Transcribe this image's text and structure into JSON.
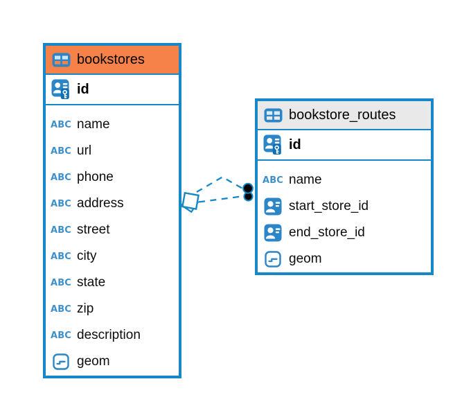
{
  "diagram": {
    "kind": "entity-relationship-diagram",
    "background": "#ffffff"
  },
  "colors": {
    "accent_blue": "#1688C8",
    "icon_blue": "#2B85C7",
    "abc_blue": "#3F8FCA",
    "bookstores_header": "#F6824A",
    "routes_header": "#E9E9E9",
    "text": "#000000",
    "relationship_dot": "#000000"
  },
  "icons": {
    "text_type_label": "ABC"
  },
  "tables": [
    {
      "name": "bookstores",
      "header_color": "#F6824A",
      "header_icon": "table-icon",
      "primary_key": {
        "name": "id",
        "icon": "primary-key-icon"
      },
      "columns": [
        {
          "name": "name",
          "icon": "text-type-icon"
        },
        {
          "name": "url",
          "icon": "text-type-icon"
        },
        {
          "name": "phone",
          "icon": "text-type-icon"
        },
        {
          "name": "address",
          "icon": "text-type-icon"
        },
        {
          "name": "street",
          "icon": "text-type-icon"
        },
        {
          "name": "city",
          "icon": "text-type-icon"
        },
        {
          "name": "state",
          "icon": "text-type-icon"
        },
        {
          "name": "zip",
          "icon": "text-type-icon"
        },
        {
          "name": "description",
          "icon": "text-type-icon"
        },
        {
          "name": "geom",
          "icon": "geometry-type-icon"
        }
      ]
    },
    {
      "name": "bookstore_routes",
      "header_color": "#E9E9E9",
      "header_icon": "table-icon",
      "primary_key": {
        "name": "id",
        "icon": "primary-key-icon"
      },
      "columns": [
        {
          "name": "name",
          "icon": "text-type-icon"
        },
        {
          "name": "start_store_id",
          "icon": "reference-type-icon"
        },
        {
          "name": "end_store_id",
          "icon": "reference-type-icon"
        },
        {
          "name": "geom",
          "icon": "geometry-type-icon"
        }
      ]
    }
  ],
  "relationships": [
    {
      "from_table": "bookstores",
      "to_table": "bookstore_routes",
      "line_style": "dashed",
      "from_marker": "diamond",
      "to_marker": "filled-circle"
    },
    {
      "from_table": "bookstores",
      "to_table": "bookstore_routes",
      "line_style": "dashed",
      "from_marker": "diamond",
      "to_marker": "filled-circle"
    }
  ]
}
